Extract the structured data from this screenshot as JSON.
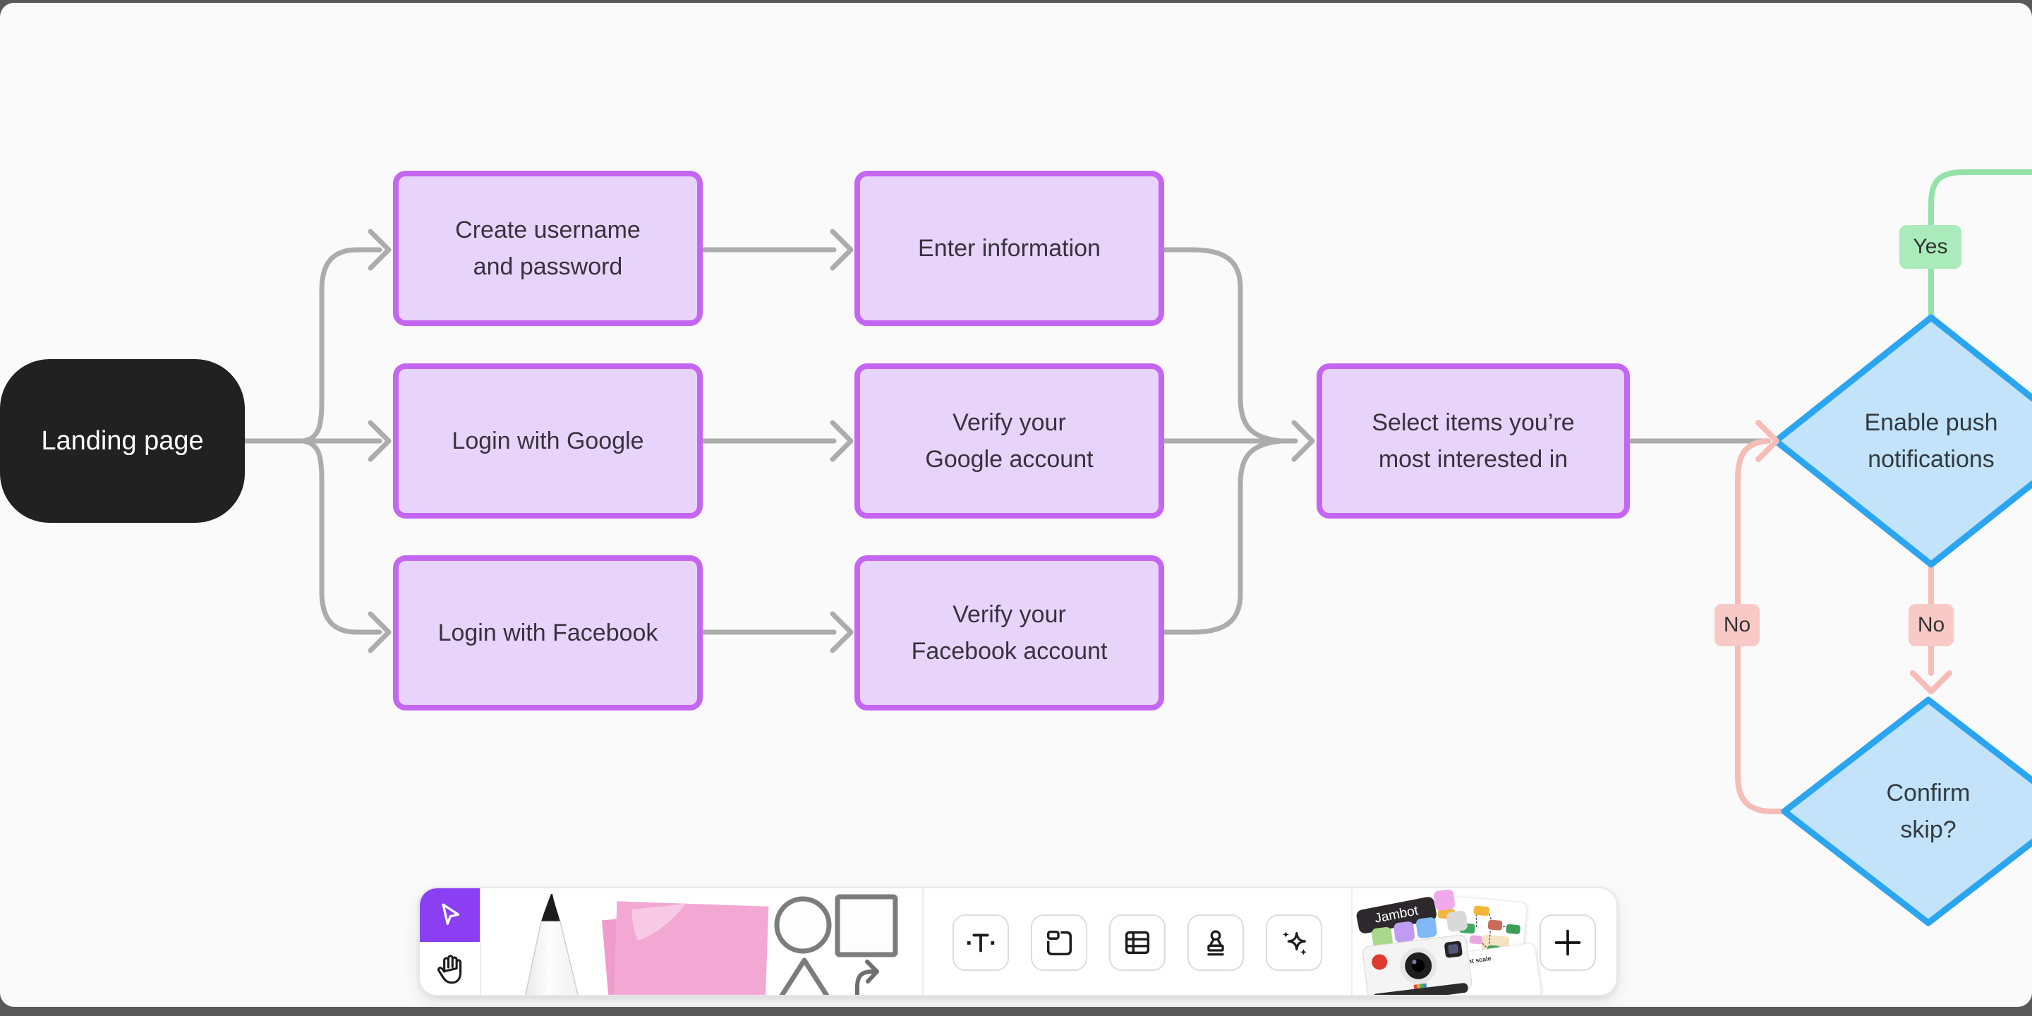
{
  "flowchart": {
    "nodes": [
      {
        "id": "landing-page",
        "type": "terminator",
        "label": "Landing page",
        "fill": "#212121",
        "text_color": "#FFFFFF"
      },
      {
        "id": "create-username",
        "type": "process",
        "label": "Create username\nand password",
        "fill": "#E8D4FA",
        "border": "#C566F2"
      },
      {
        "id": "login-google",
        "type": "process",
        "label": "Login with Google",
        "fill": "#E8D4FA",
        "border": "#C566F2"
      },
      {
        "id": "login-facebook",
        "type": "process",
        "label": "Login with Facebook",
        "fill": "#E8D4FA",
        "border": "#C566F2"
      },
      {
        "id": "enter-information",
        "type": "process",
        "label": "Enter information",
        "fill": "#E8D4FA",
        "border": "#C566F2"
      },
      {
        "id": "verify-google",
        "type": "process",
        "label": "Verify your\nGoogle account",
        "fill": "#E8D4FA",
        "border": "#C566F2"
      },
      {
        "id": "verify-facebook",
        "type": "process",
        "label": "Verify your\nFacebook account",
        "fill": "#E8D4FA",
        "border": "#C566F2"
      },
      {
        "id": "select-items",
        "type": "process",
        "label": "Select items you’re\nmost interested in",
        "fill": "#E8D4FA",
        "border": "#C566F2"
      },
      {
        "id": "enable-push",
        "type": "decision",
        "label": "Enable push\nnotifications",
        "fill": "#C2E3F9",
        "border": "#2BA5EF"
      },
      {
        "id": "confirm-skip",
        "type": "decision",
        "label": "Confirm\nskip?",
        "fill": "#C2E3F9",
        "border": "#2BA5EF"
      }
    ],
    "edge_labels": [
      {
        "id": "yes",
        "text": "Yes",
        "fill": "#A9EBBA"
      },
      {
        "id": "no-left",
        "text": "No",
        "fill": "#F9C9C5"
      },
      {
        "id": "no-right",
        "text": "No",
        "fill": "#F9C9C5"
      }
    ],
    "connector_colors": {
      "default": "#ACACAC",
      "yes_branch": "#93E2A8",
      "no_branch": "#F6BCB6"
    }
  },
  "toolbar": {
    "tools": [
      {
        "name": "select",
        "icon": "cursor-icon",
        "active": true,
        "active_color": "#8A40F2"
      },
      {
        "name": "hand",
        "icon": "hand-icon",
        "active": false
      },
      {
        "name": "marker",
        "icon": "marker-icon",
        "active": false
      },
      {
        "name": "sticky-note",
        "icon": "sticky-note-icon",
        "active": false
      },
      {
        "name": "shapes",
        "icon": "shapes-icon",
        "active": false
      },
      {
        "name": "text",
        "icon": "text-icon",
        "active": false
      },
      {
        "name": "section",
        "icon": "section-icon",
        "active": false
      },
      {
        "name": "table",
        "icon": "table-icon",
        "active": false
      },
      {
        "name": "stamp",
        "icon": "stamp-icon",
        "active": false
      },
      {
        "name": "ai",
        "icon": "sparkle-icon",
        "active": false
      },
      {
        "name": "more",
        "icon": "plus-icon",
        "active": false
      }
    ],
    "templates_tile": {
      "jambot_label": "Jambot",
      "scale_label": "Alignment scale"
    }
  }
}
